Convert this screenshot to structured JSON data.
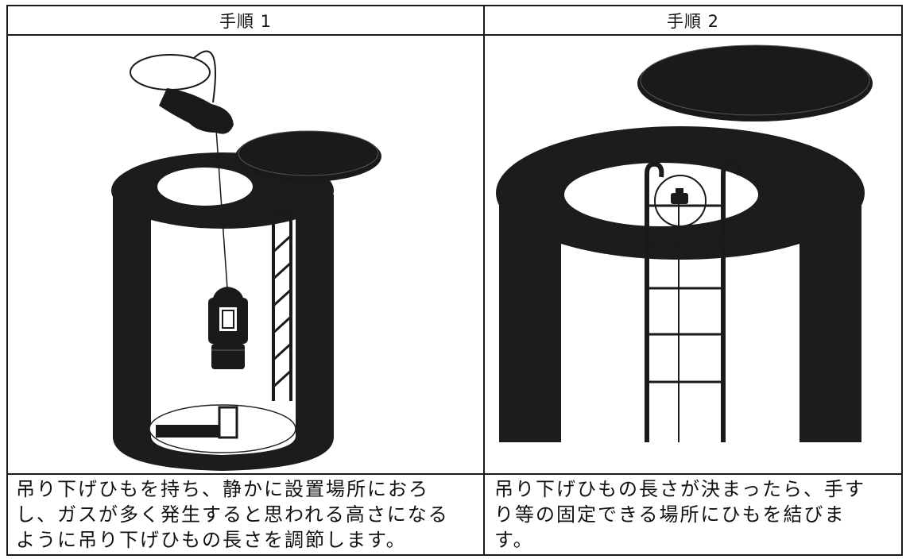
{
  "steps": [
    {
      "header": "手順 1",
      "caption_lines": [
        "吊り下げひもを持ち、静かに設置場所におろ",
        "し、ガスが多く発生すると思われる高さになる",
        "ように吊り下げひもの長さを調節します。"
      ]
    },
    {
      "header": "手順 2",
      "caption_lines": [
        "吊り下げひもの長さが決まったら、手す",
        "り等の固定できる場所にひもを結びま",
        "す。"
      ]
    }
  ],
  "colors": {
    "ink": "#1a1a1a",
    "paper": "#ffffff"
  }
}
